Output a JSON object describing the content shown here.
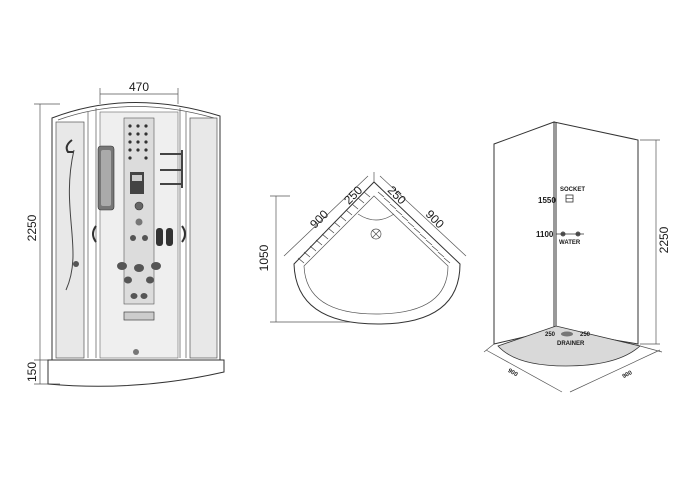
{
  "front_view": {
    "width_label": "470",
    "height_label": "2250",
    "tray_height_label": "150"
  },
  "top_view": {
    "height_label": "1050",
    "left_side_label": "900",
    "left_corner_label": "250",
    "right_corner_label": "250",
    "right_side_label": "900"
  },
  "install_view": {
    "height_label": "2250",
    "socket_height": "1550",
    "socket_label": "SOCKET",
    "water_height": "1100",
    "water_label": "WATER",
    "drainer_left": "250",
    "drainer_right": "250",
    "drainer_label": "DRAINER",
    "floor_left": "900",
    "floor_right": "900"
  },
  "colors": {
    "line": "#333333",
    "glass": "#e8e8e8",
    "fixture": "#555555",
    "floor": "#d9d9d9"
  }
}
